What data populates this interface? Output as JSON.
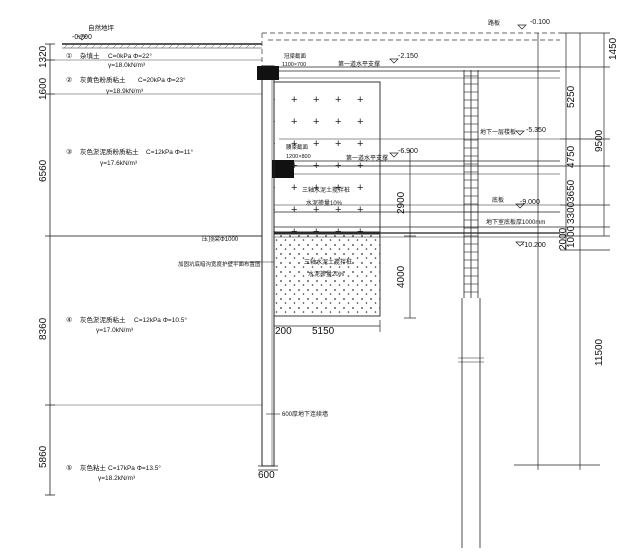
{
  "ground": {
    "label": "自然地坪",
    "elev": "-0.700"
  },
  "top_elev": "-0.100",
  "paving_label": "路板",
  "strut1": {
    "label": "第一道水平支撑",
    "elev": "-2.150",
    "beam": "冠梁截面",
    "beam_size": "1100×700"
  },
  "strut2": {
    "label": "第一道水平支撑",
    "elev": "-6.900",
    "beam": "腰梁截面",
    "beam_size": "1200×800"
  },
  "floor_label": "地下一层楼板",
  "floor_elev": "-5.350",
  "base_label": "底板",
  "base_elev": "-9.000",
  "base_note": "地下室底板厚1000mm",
  "base_bottom_elev": "-10.200",
  "pile_note": "压顶梁Φ1000",
  "reinforce_note": "加固坑底暗沟宽度护壁平面布置图",
  "wall_note": "600厚地下连续墙",
  "upper_mix": [
    "三轴水泥土搅拌桩",
    "水泥掺量10%"
  ],
  "lower_mix": [
    "三轴水泥土搅拌桩",
    "水泥掺量20%"
  ],
  "left_dims": [
    "1320",
    "1600",
    "6560",
    "8360",
    "5860"
  ],
  "right_dims_a": [
    "1450",
    "5250",
    "4750",
    "3650",
    "3300",
    "2000",
    "1000"
  ],
  "right_dims_b": [
    "9500",
    "11500"
  ],
  "zone_dims": [
    "2900",
    "4000"
  ],
  "bottom_dims": [
    "200",
    "5150"
  ],
  "bottom_pile": "600",
  "layers": [
    {
      "no": "①",
      "name": "杂填土",
      "params": "C=0kPa Φ=22°",
      "gamma": "γ=18.0kN/m³"
    },
    {
      "no": "②",
      "name": "灰黄色粉质粘土",
      "params": "C=20kPa Φ=23°",
      "gamma": "γ=18.9kN/m³"
    },
    {
      "no": "③",
      "name": "灰色淤泥质粉质粘土",
      "params": "C=12kPa Φ=11°",
      "gamma": "γ=17.6kN/m³"
    },
    {
      "no": "④",
      "name": "灰色淤泥质粘土",
      "params": "C=12kPa Φ=10.5°",
      "gamma": "γ=17.0kN/m³"
    },
    {
      "no": "⑤",
      "name": "灰色粘土",
      "params": "C=17kPa Φ=13.5°",
      "gamma": "γ=18.2kN/m³"
    }
  ]
}
